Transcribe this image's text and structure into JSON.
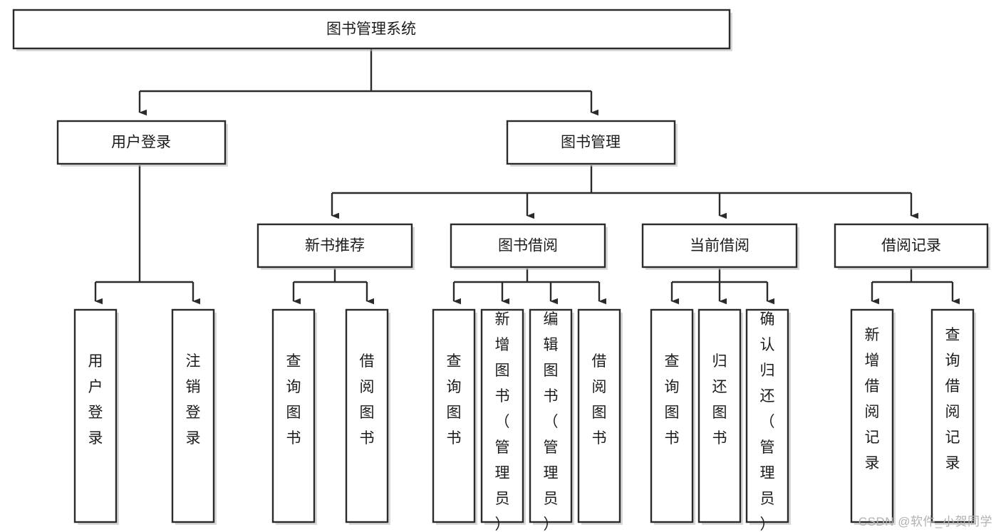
{
  "diagram": {
    "title": "图书管理系统",
    "type": "tree-hierarchy",
    "watermark": "CSDN @软件_小贺同学",
    "colors": {
      "box_fill": "#ffffff",
      "box_stroke": "#2b2b2b",
      "text": "#1c1c1c",
      "shadow": "#b8b8b8",
      "watermark": "#b1b1b1",
      "background": "#ffffff"
    },
    "levels": {
      "root": {
        "label": "图书管理系统"
      },
      "level2": [
        {
          "label": "用户登录"
        },
        {
          "label": "图书管理"
        }
      ],
      "level3": [
        {
          "label": "新书推荐"
        },
        {
          "label": "图书借阅"
        },
        {
          "label": "当前借阅"
        },
        {
          "label": "借阅记录"
        }
      ]
    },
    "nodes": {
      "root": "图书管理系统",
      "user_login": "用户登录",
      "book_manage": "图书管理",
      "new_book_rec": "新书推荐",
      "book_borrow": "图书借阅",
      "current_borrow": "当前借阅",
      "borrow_record": "借阅记录",
      "leaf_user_login": "用户登录",
      "leaf_logout": "注销登录",
      "leaf_query_book_1": "查询图书",
      "leaf_borrow_book_1": "借阅图书",
      "leaf_query_book_2": "查询图书",
      "leaf_add_book": "新增图书（管理员）",
      "leaf_edit_book": "编辑图书（管理员）",
      "leaf_borrow_book_2": "借阅图书",
      "leaf_query_book_3": "查询图书",
      "leaf_return_book": "归还图书",
      "leaf_confirm_return": "确认归还（管理员）",
      "leaf_add_record": "新增借阅记录",
      "leaf_query_record": "查询借阅记录"
    },
    "leaf_groups": [
      {
        "parent": "用户登录",
        "children": [
          "用户登录",
          "注销登录"
        ]
      },
      {
        "parent": "新书推荐",
        "children": [
          "查询图书",
          "借阅图书"
        ]
      },
      {
        "parent": "图书借阅",
        "children": [
          "查询图书",
          "新增图书（管理员）",
          "编辑图书（管理员）",
          "借阅图书"
        ]
      },
      {
        "parent": "当前借阅",
        "children": [
          "查询图书",
          "归还图书",
          "确认归还（管理员）"
        ]
      },
      {
        "parent": "借阅记录",
        "children": [
          "新增借阅记录",
          "查询借阅记录"
        ]
      }
    ]
  }
}
